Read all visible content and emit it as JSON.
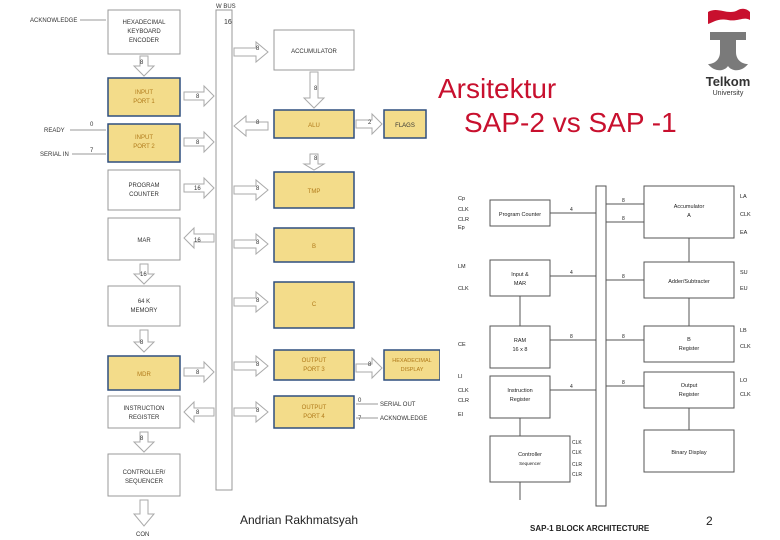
{
  "slide": {
    "title_line1": "Arsitektur",
    "title_line2": "SAP-2 vs SAP -1",
    "author": "Andrian Rakhmatsyah",
    "page_number": "2"
  },
  "logo": {
    "name_text": "Telkom",
    "sub_text": "University",
    "brand_color": "#c8102e"
  },
  "sap2": {
    "bus_label": "W BUS",
    "bus_width": "16",
    "blocks": {
      "keyboard_encoder": [
        "HEXADECIMAL",
        "KEYBOARD",
        "ENCODER"
      ],
      "input_port_1": [
        "INPUT",
        "PORT 1"
      ],
      "input_port_2": [
        "INPUT",
        "PORT 2"
      ],
      "program_counter": [
        "PROGRAM",
        "COUNTER"
      ],
      "mar": [
        "MAR"
      ],
      "memory": [
        "64 K",
        "MEMORY"
      ],
      "mdr": [
        "MDR"
      ],
      "instruction_register": [
        "INSTRUCTION",
        "REGISTER"
      ],
      "controller_sequencer": [
        "CONTROLLER/",
        "SEQUENCER"
      ],
      "accumulator": [
        "ACCUMULATOR"
      ],
      "alu": [
        "ALU"
      ],
      "flags": [
        "FLAGS"
      ],
      "tmp": [
        "TMP"
      ],
      "b": [
        "B"
      ],
      "c": [
        "C"
      ],
      "output_port_3": [
        "OUTPUT",
        "PORT 3"
      ],
      "hex_display": [
        "HEXADECIMAL",
        "DISPLAY"
      ],
      "output_port_4": [
        "OUTPUT",
        "PORT 4"
      ]
    },
    "signals": {
      "acknowledge_in": "ACKNOWLEDGE",
      "ready": "READY",
      "serial_in": "SERIAL IN",
      "serial_out": "SERIAL OUT",
      "acknowledge_out": "ACKNOWLEDGE",
      "con": "CON"
    },
    "widths": {
      "w8": "8",
      "w16": "16",
      "w2": "2",
      "w0": "0",
      "w7": "7"
    },
    "highlight_color": "#f3dc8a",
    "highlight_border": "#2f4f7f"
  },
  "sap1": {
    "caption": "SAP-1 BLOCK ARCHITECTURE",
    "blocks": {
      "program_counter": [
        "Program Counter"
      ],
      "accumulator": [
        "Accumulator",
        "A"
      ],
      "input_mar": [
        "Input &",
        "MAR"
      ],
      "adder_subtracter": [
        "Adder/Subtracter"
      ],
      "ram": [
        "RAM",
        "16 x 8"
      ],
      "b_register": [
        "B",
        "Register"
      ],
      "instruction_register": [
        "Instruction",
        "Register"
      ],
      "output_register": [
        "Output",
        "Register"
      ],
      "controller": [
        "Controller",
        "Sequencer"
      ],
      "binary_display": [
        "Binary Display"
      ]
    },
    "left_signals": [
      "Cp",
      "CLK",
      "CLR",
      "Ep",
      "LM",
      "CLK",
      "CE",
      "LI",
      "CLK",
      "CLR",
      "EI"
    ],
    "right_signals": [
      "LA",
      "CLK",
      "EA",
      "SU",
      "EU",
      "LB",
      "CLK",
      "LO",
      "CLK"
    ],
    "ctrl_signals": [
      "CLK",
      "CLK",
      "CLR",
      "CLR"
    ],
    "numbers": [
      "4",
      "8",
      "8",
      "4",
      "8",
      "8",
      "8",
      "4",
      "8"
    ]
  }
}
